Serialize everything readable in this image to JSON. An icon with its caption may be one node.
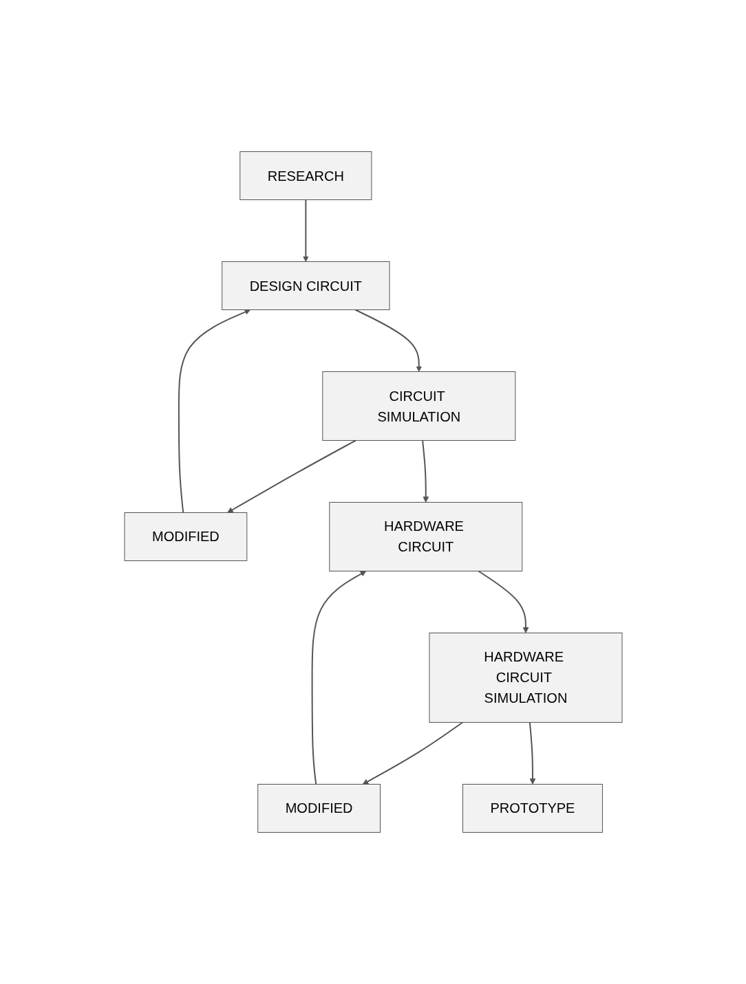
{
  "diagram": {
    "nodes": [
      {
        "text": [
          "RESEARCH"
        ]
      },
      {
        "text": [
          "DESIGN CIRCUIT"
        ]
      },
      {
        "text": [
          "MODIFIED"
        ]
      },
      {
        "text": [
          "CIRCUIT SIMULATION"
        ]
      },
      {
        "text": [
          "HARDWARE CIRCUIT"
        ]
      },
      {
        "text": [
          "MODIFIED"
        ]
      },
      {
        "text": [
          "HARDWARE CIRCUIT SIMULATION"
        ]
      },
      {
        "text": [
          "PROTOTYPE"
        ]
      }
    ],
    "edges": [
      {
        "from": 0,
        "to": 1,
        "arrow": "to"
      },
      {
        "from": 1,
        "to": 3,
        "arrow": "to"
      },
      {
        "from": 3,
        "to": 2,
        "arrow": "to"
      },
      {
        "from": 2,
        "to": 1,
        "arrow": "to"
      },
      {
        "from": 3,
        "to": 4,
        "arrow": "to"
      },
      {
        "from": 4,
        "to": 6,
        "arrow": "to"
      },
      {
        "from": 6,
        "to": 5,
        "arrow": "to"
      },
      {
        "from": 5,
        "to": 4,
        "arrow": "to"
      },
      {
        "from": 6,
        "to": 7,
        "arrow": "to"
      }
    ]
  }
}
